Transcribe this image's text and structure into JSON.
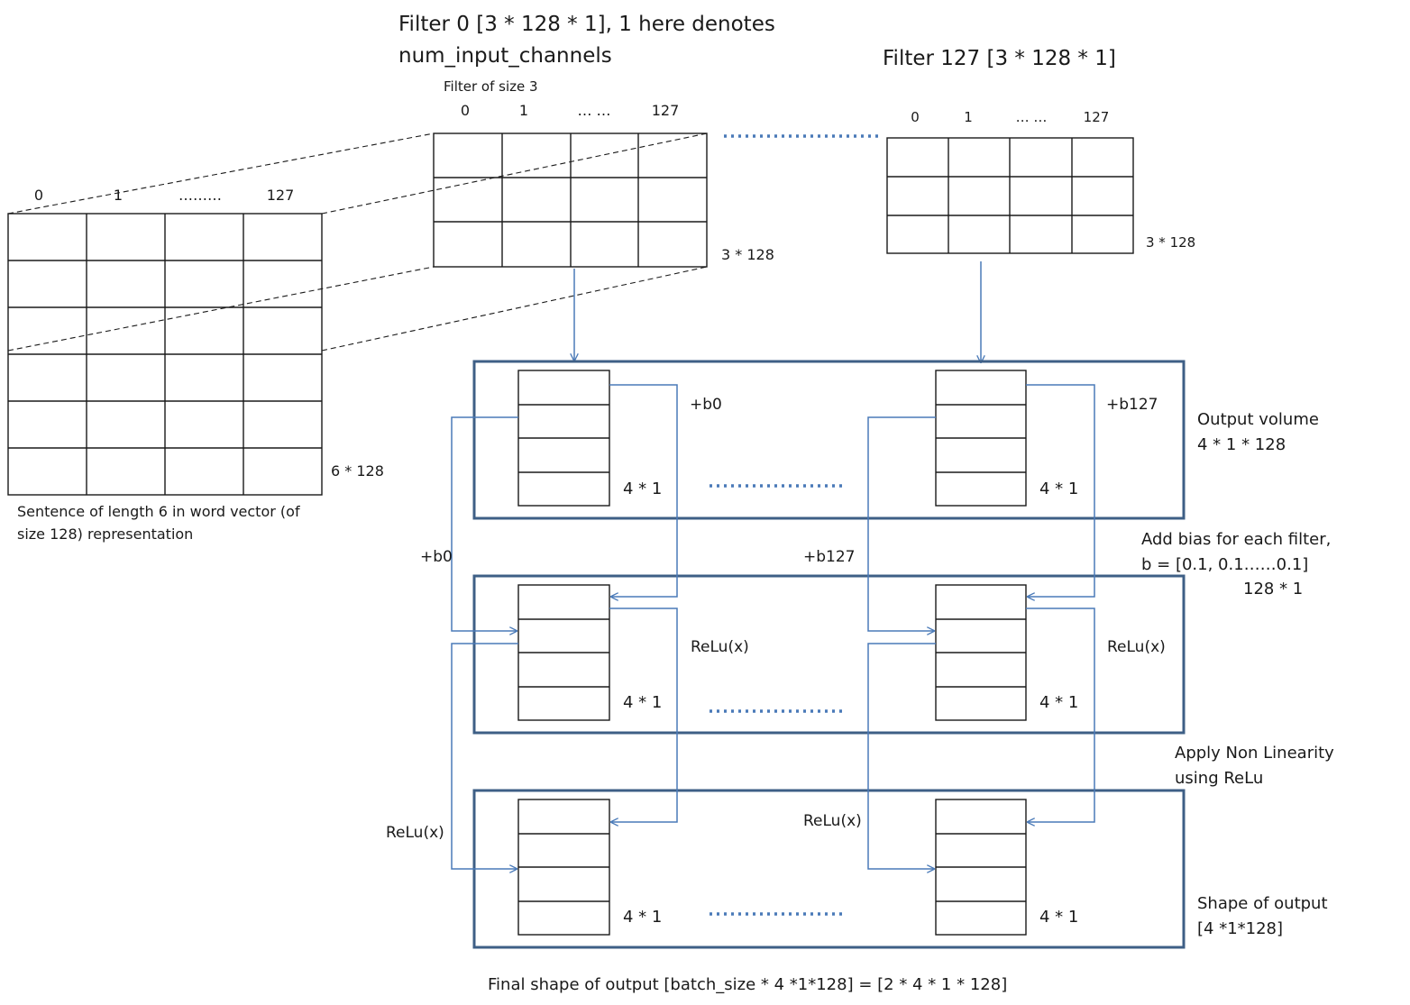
{
  "filter0": {
    "title_line1": "Filter 0 [3 * 128 * 1], 1 here denotes",
    "title_line2": "num_input_channels",
    "size_caption": "Filter of size 3",
    "col_labels": [
      "0",
      "1",
      "… …",
      "127"
    ],
    "dims": "3 * 128"
  },
  "filter127": {
    "title": "Filter 127 [3 * 128 * 1]",
    "col_labels": [
      "0",
      "1",
      "… …",
      "127"
    ],
    "dims": "3 * 128"
  },
  "sentence": {
    "col_labels": [
      "0",
      "1",
      "………",
      "127"
    ],
    "dims": "6 * 128",
    "caption_line1": "Sentence of length 6 in word vector (of",
    "caption_line2": "size 128) representation"
  },
  "cell_label": "4 * 1",
  "bias0": "+b0",
  "bias127": "+b127",
  "relu": "ReLu(x)",
  "output_volume": {
    "line1": "Output volume",
    "line2": "4 * 1 * 128"
  },
  "add_bias": {
    "line1": "Add bias for each filter,",
    "line2": "b = [0.1, 0.1……0.1]",
    "line3": "128 * 1"
  },
  "nonlinearity": {
    "line1": "Apply Non Linearity",
    "line2": "using ReLu"
  },
  "output_shape": {
    "line1": "Shape of output",
    "line2": "[4 *1*128]"
  },
  "final_shape": "Final shape of output [batch_size * 4 *1*128] = [2 * 4 * 1 * 128]"
}
